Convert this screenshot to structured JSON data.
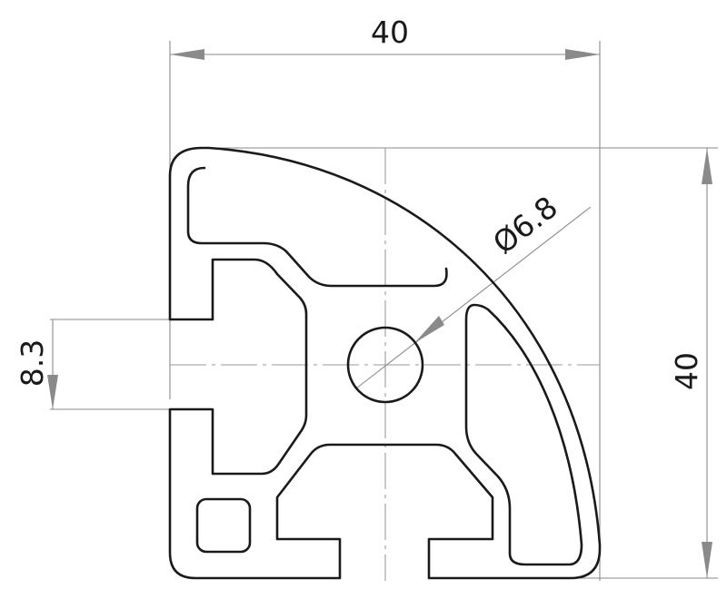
{
  "dimensions": {
    "width_label": "40",
    "height_label": "40",
    "slot_label": "8.3",
    "bore_label": "Ø6.8"
  }
}
